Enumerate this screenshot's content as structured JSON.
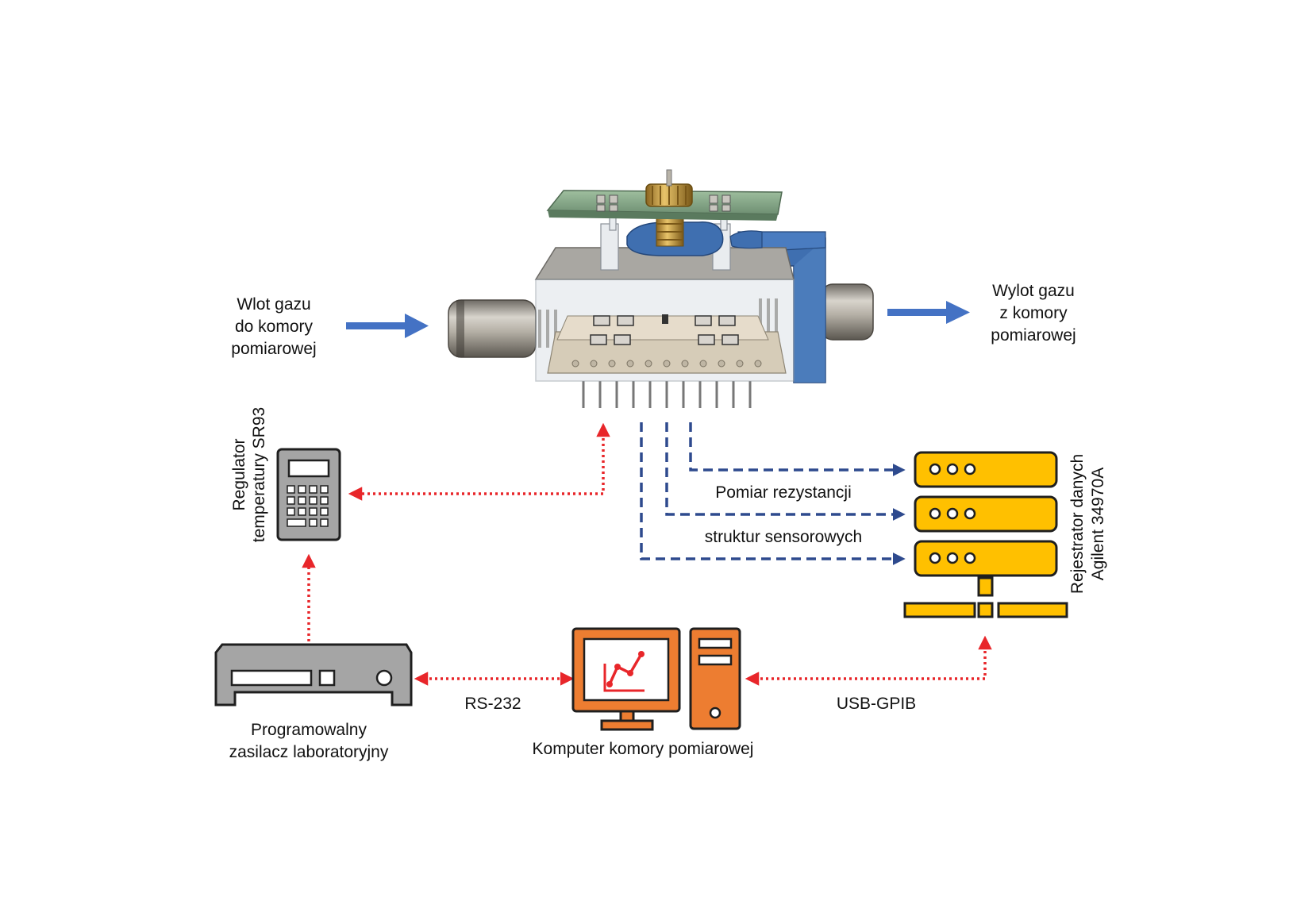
{
  "labels": {
    "inlet": [
      "Wlot gazu",
      "do komory",
      "pomiarowej"
    ],
    "outlet": [
      "Wylot gazu",
      "z komory",
      "pomiarowej"
    ],
    "temp_regulator": [
      "Regulator",
      "temperatury SR93"
    ],
    "data_logger": [
      "Rejestrator danych",
      "Agilent 34970A"
    ],
    "resistance_1": "Pomiar rezystancji",
    "resistance_2": "struktur sensorowych",
    "power_supply": [
      "Programowalny",
      "zasilacz laboratoryjny"
    ],
    "computer": "Komputer komory pomiarowej",
    "rs232": "RS-232",
    "usb_gpib": "USB-GPIB"
  },
  "colors": {
    "red_link": "#e8262a",
    "blue_link": "#2e4a8e",
    "gas_arrow": "#4472c4",
    "logger": "#ffc000",
    "computer": "#ed7d31",
    "device_gray": "#a5a5a5",
    "outline": "#1f1f1f"
  }
}
